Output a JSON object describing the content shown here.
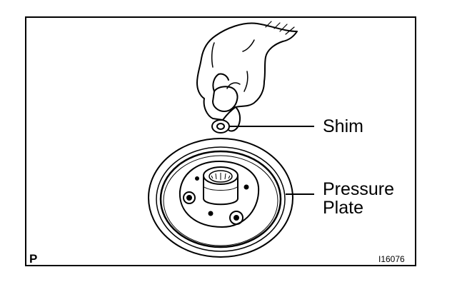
{
  "figure": {
    "labels": {
      "shim": "Shim",
      "pressure_plate_line1": "Pressure",
      "pressure_plate_line2": "Plate"
    },
    "corner_mark": "P",
    "figure_code": "I16076",
    "ink_color": "#000000",
    "paper_color": "#ffffff"
  }
}
